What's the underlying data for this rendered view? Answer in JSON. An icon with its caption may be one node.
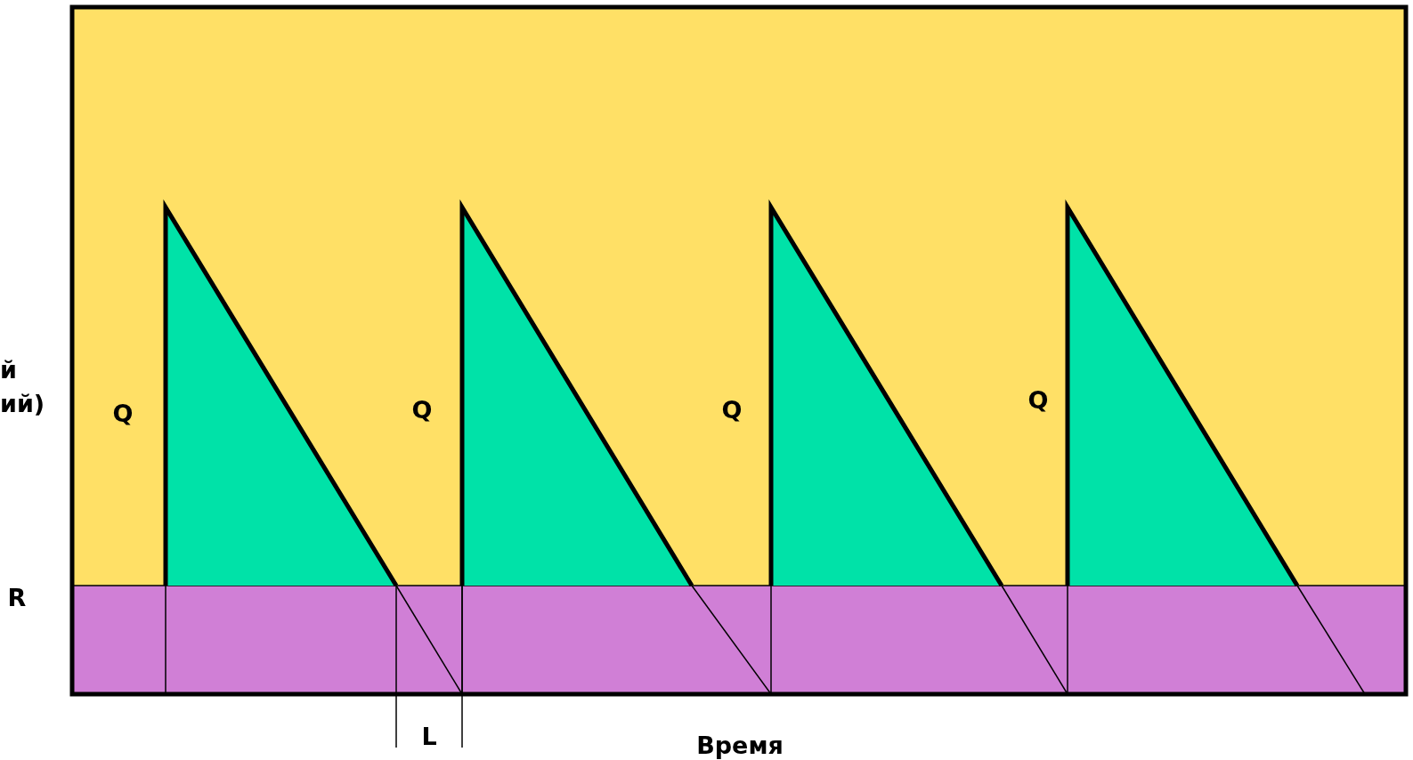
{
  "diagram": {
    "labels": [
      "й",
      "ий)",
      "Q",
      "Q",
      "Q",
      "Q",
      "R",
      "L",
      "Время"
    ]
  }
}
